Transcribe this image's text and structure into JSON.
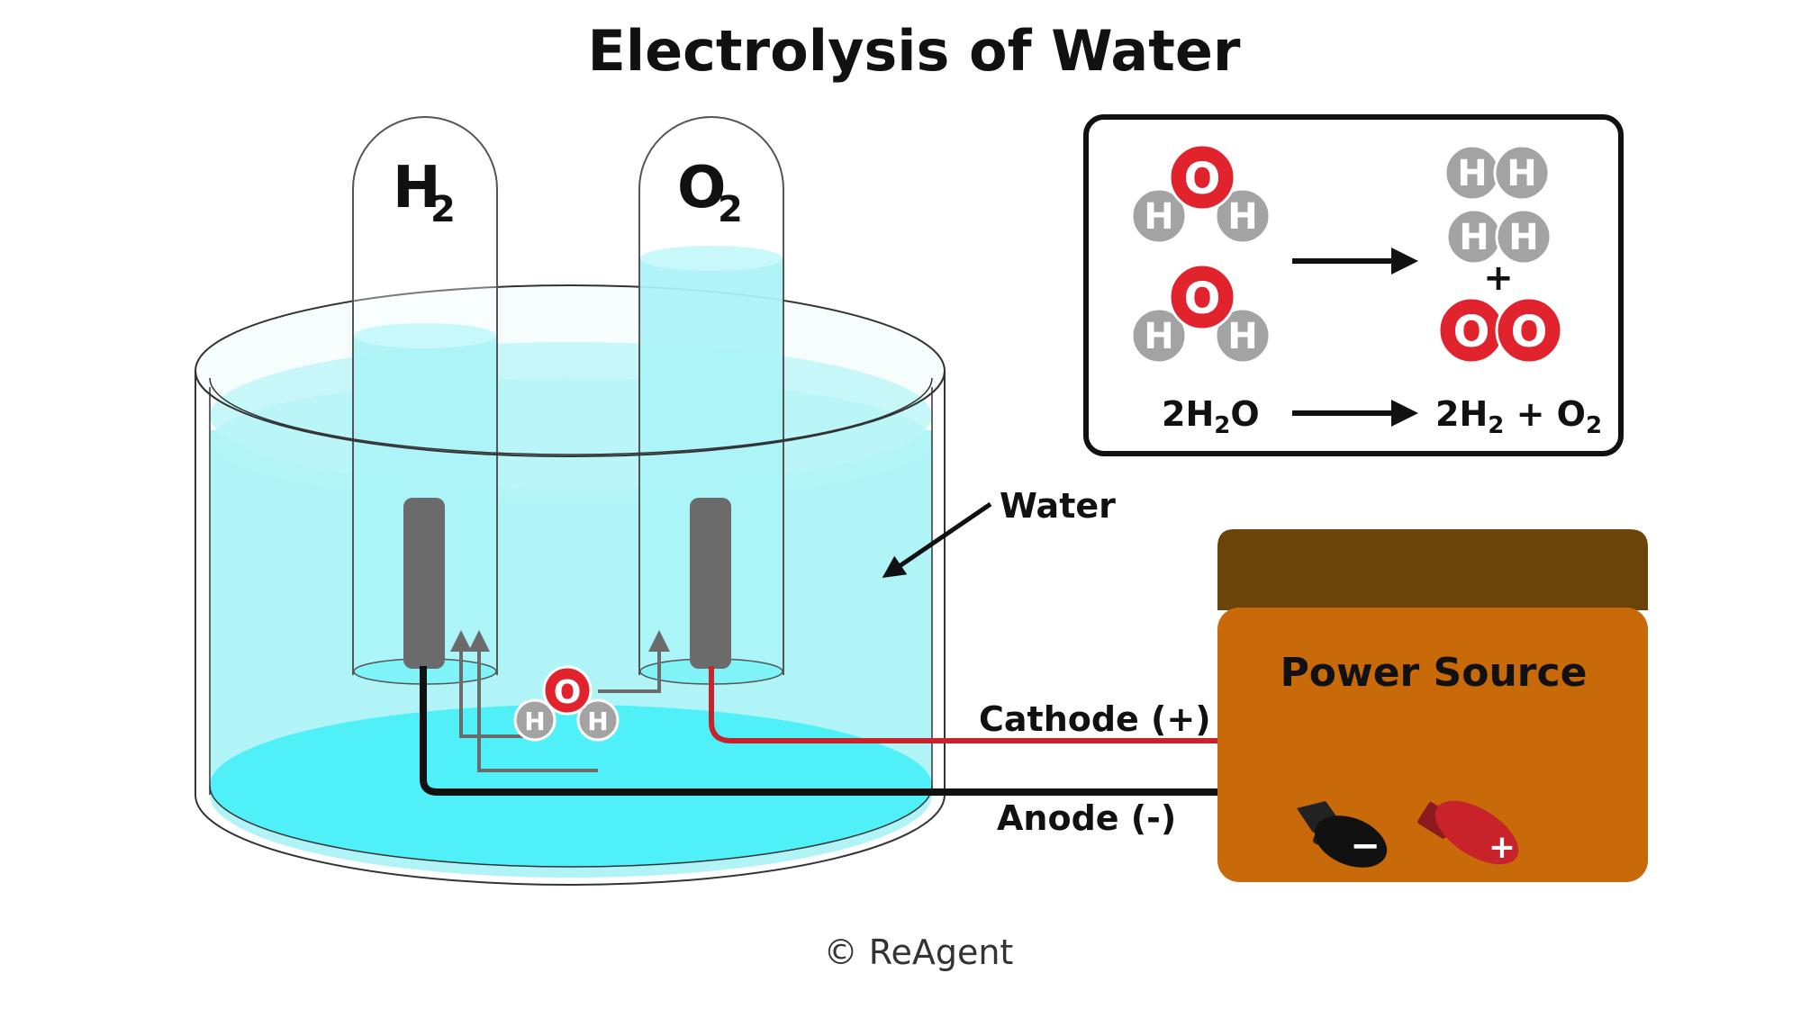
{
  "title": "Electrolysis of Water",
  "tubes": {
    "left_label": "H",
    "left_sub": "2",
    "right_label": "O",
    "right_sub": "2"
  },
  "labels": {
    "water": "Water",
    "cathode": "Cathode (+)",
    "anode": "Anode (-)",
    "power_source": "Power Source",
    "minus": "−",
    "plus": "+"
  },
  "molecule": {
    "oxygen": "O",
    "hydrogen": "H"
  },
  "reaction": {
    "plus_sign": "+",
    "left_coef": "2H",
    "left_sub": "2",
    "left_tail": "O",
    "right_coef": "2H",
    "right_sub1": "2",
    "right_mid": " + O",
    "right_sub2": "2"
  },
  "copyright": "© ReAgent",
  "colors": {
    "water_light": "#a7f3f6",
    "water_deep": "#4ff0f7",
    "oxygen_red": "#e0232d",
    "hydrogen_gray": "#a3a3a3",
    "electrode": "#6b6b6b",
    "cathode_wire": "#c8232b",
    "anode_wire": "#111111",
    "box_top": "#6b4409",
    "box_front": "#c8690a"
  }
}
